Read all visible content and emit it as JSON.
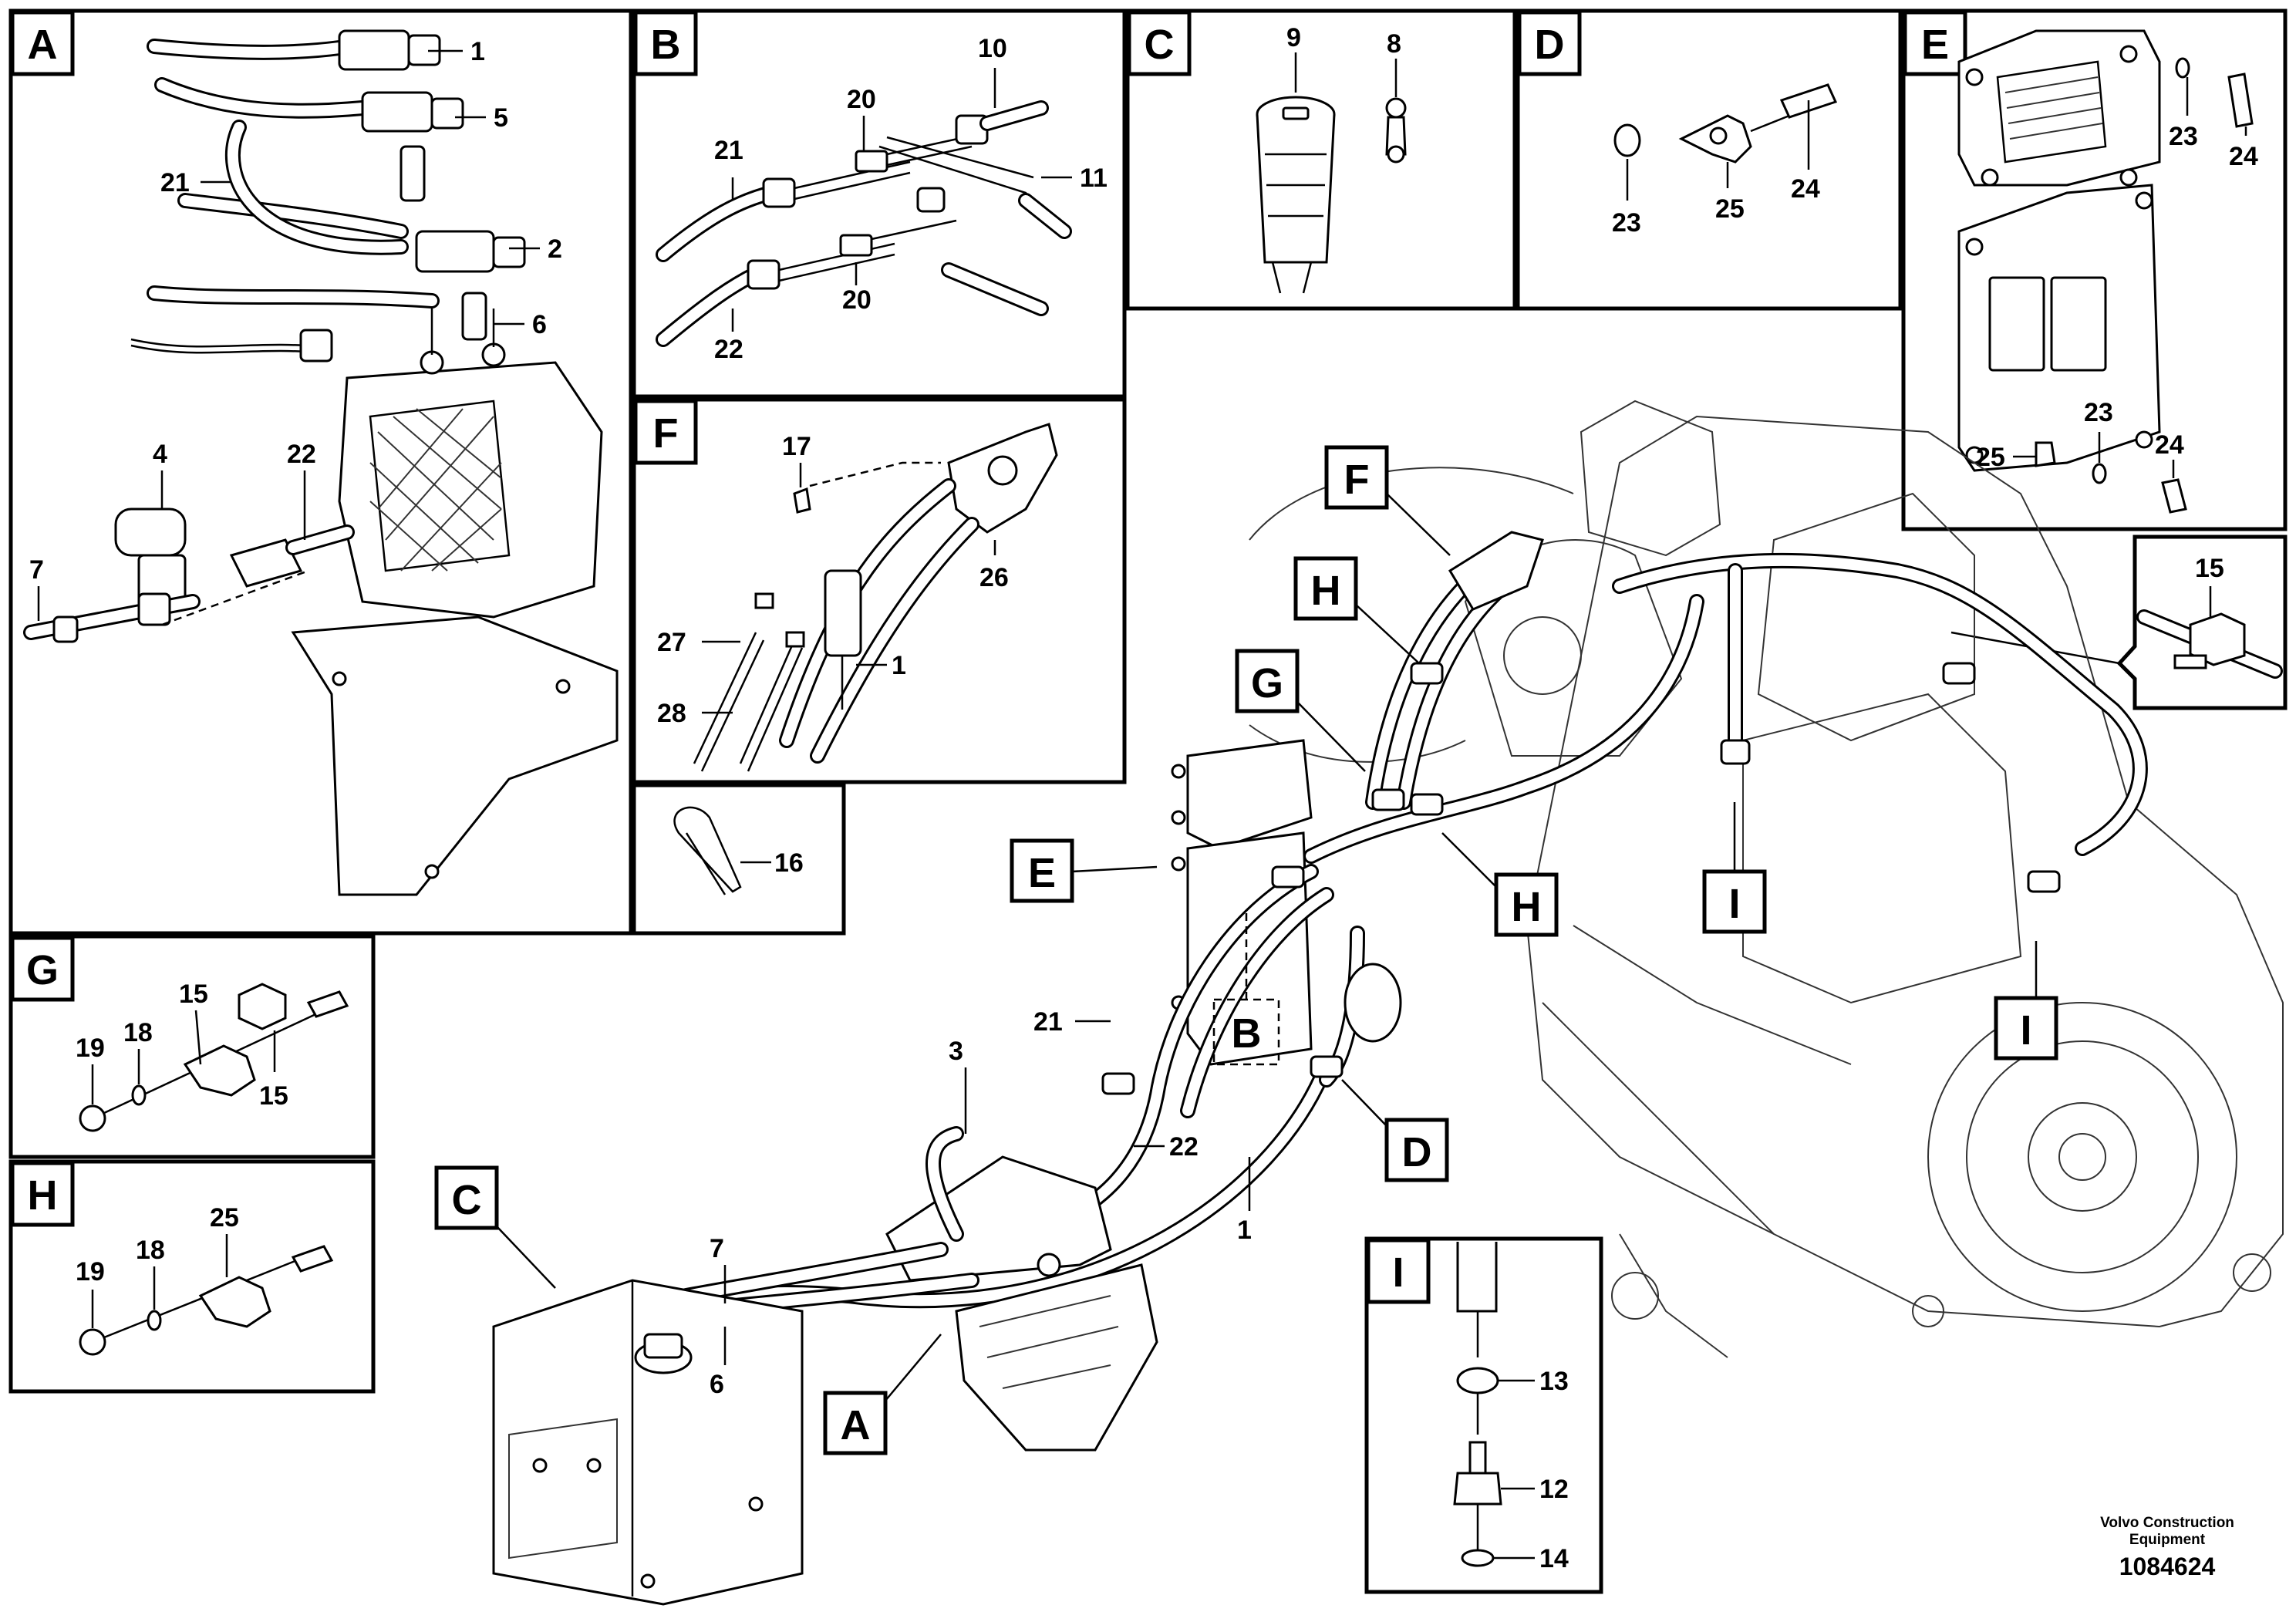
{
  "panels": {
    "A": {
      "label": "A",
      "callouts": [
        "1",
        "5",
        "21",
        "2",
        "6",
        "4",
        "22",
        "7"
      ]
    },
    "B": {
      "label": "B",
      "callouts": [
        "10",
        "20",
        "21",
        "11",
        "20",
        "22"
      ]
    },
    "C": {
      "label": "C",
      "callouts": [
        "9",
        "8"
      ]
    },
    "D": {
      "label": "D",
      "callouts": [
        "23",
        "25",
        "24"
      ]
    },
    "E": {
      "label": "E",
      "callouts": [
        "23",
        "24",
        "23",
        "25",
        "24"
      ]
    },
    "F": {
      "label": "F",
      "callouts": [
        "17",
        "26",
        "27",
        "1",
        "28"
      ]
    },
    "misc": {
      "callouts": [
        "16"
      ]
    },
    "G": {
      "label": "G",
      "callouts": [
        "19",
        "18",
        "15",
        "15"
      ]
    },
    "H": {
      "label": "H",
      "callouts": [
        "19",
        "18",
        "25"
      ]
    },
    "I": {
      "label": "I",
      "callouts": [
        "13",
        "12",
        "14"
      ]
    },
    "I_inset": {
      "callouts": [
        "15"
      ]
    }
  },
  "main_view": {
    "tags": [
      "F",
      "H",
      "G",
      "E",
      "H",
      "I",
      "I",
      "B",
      "D",
      "C",
      "A"
    ],
    "callouts": [
      "21",
      "3",
      "22",
      "1",
      "7",
      "6"
    ]
  },
  "footer": {
    "brand_line1": "Volvo Construction",
    "brand_line2": "Equipment",
    "drawing_number": "1084624"
  }
}
